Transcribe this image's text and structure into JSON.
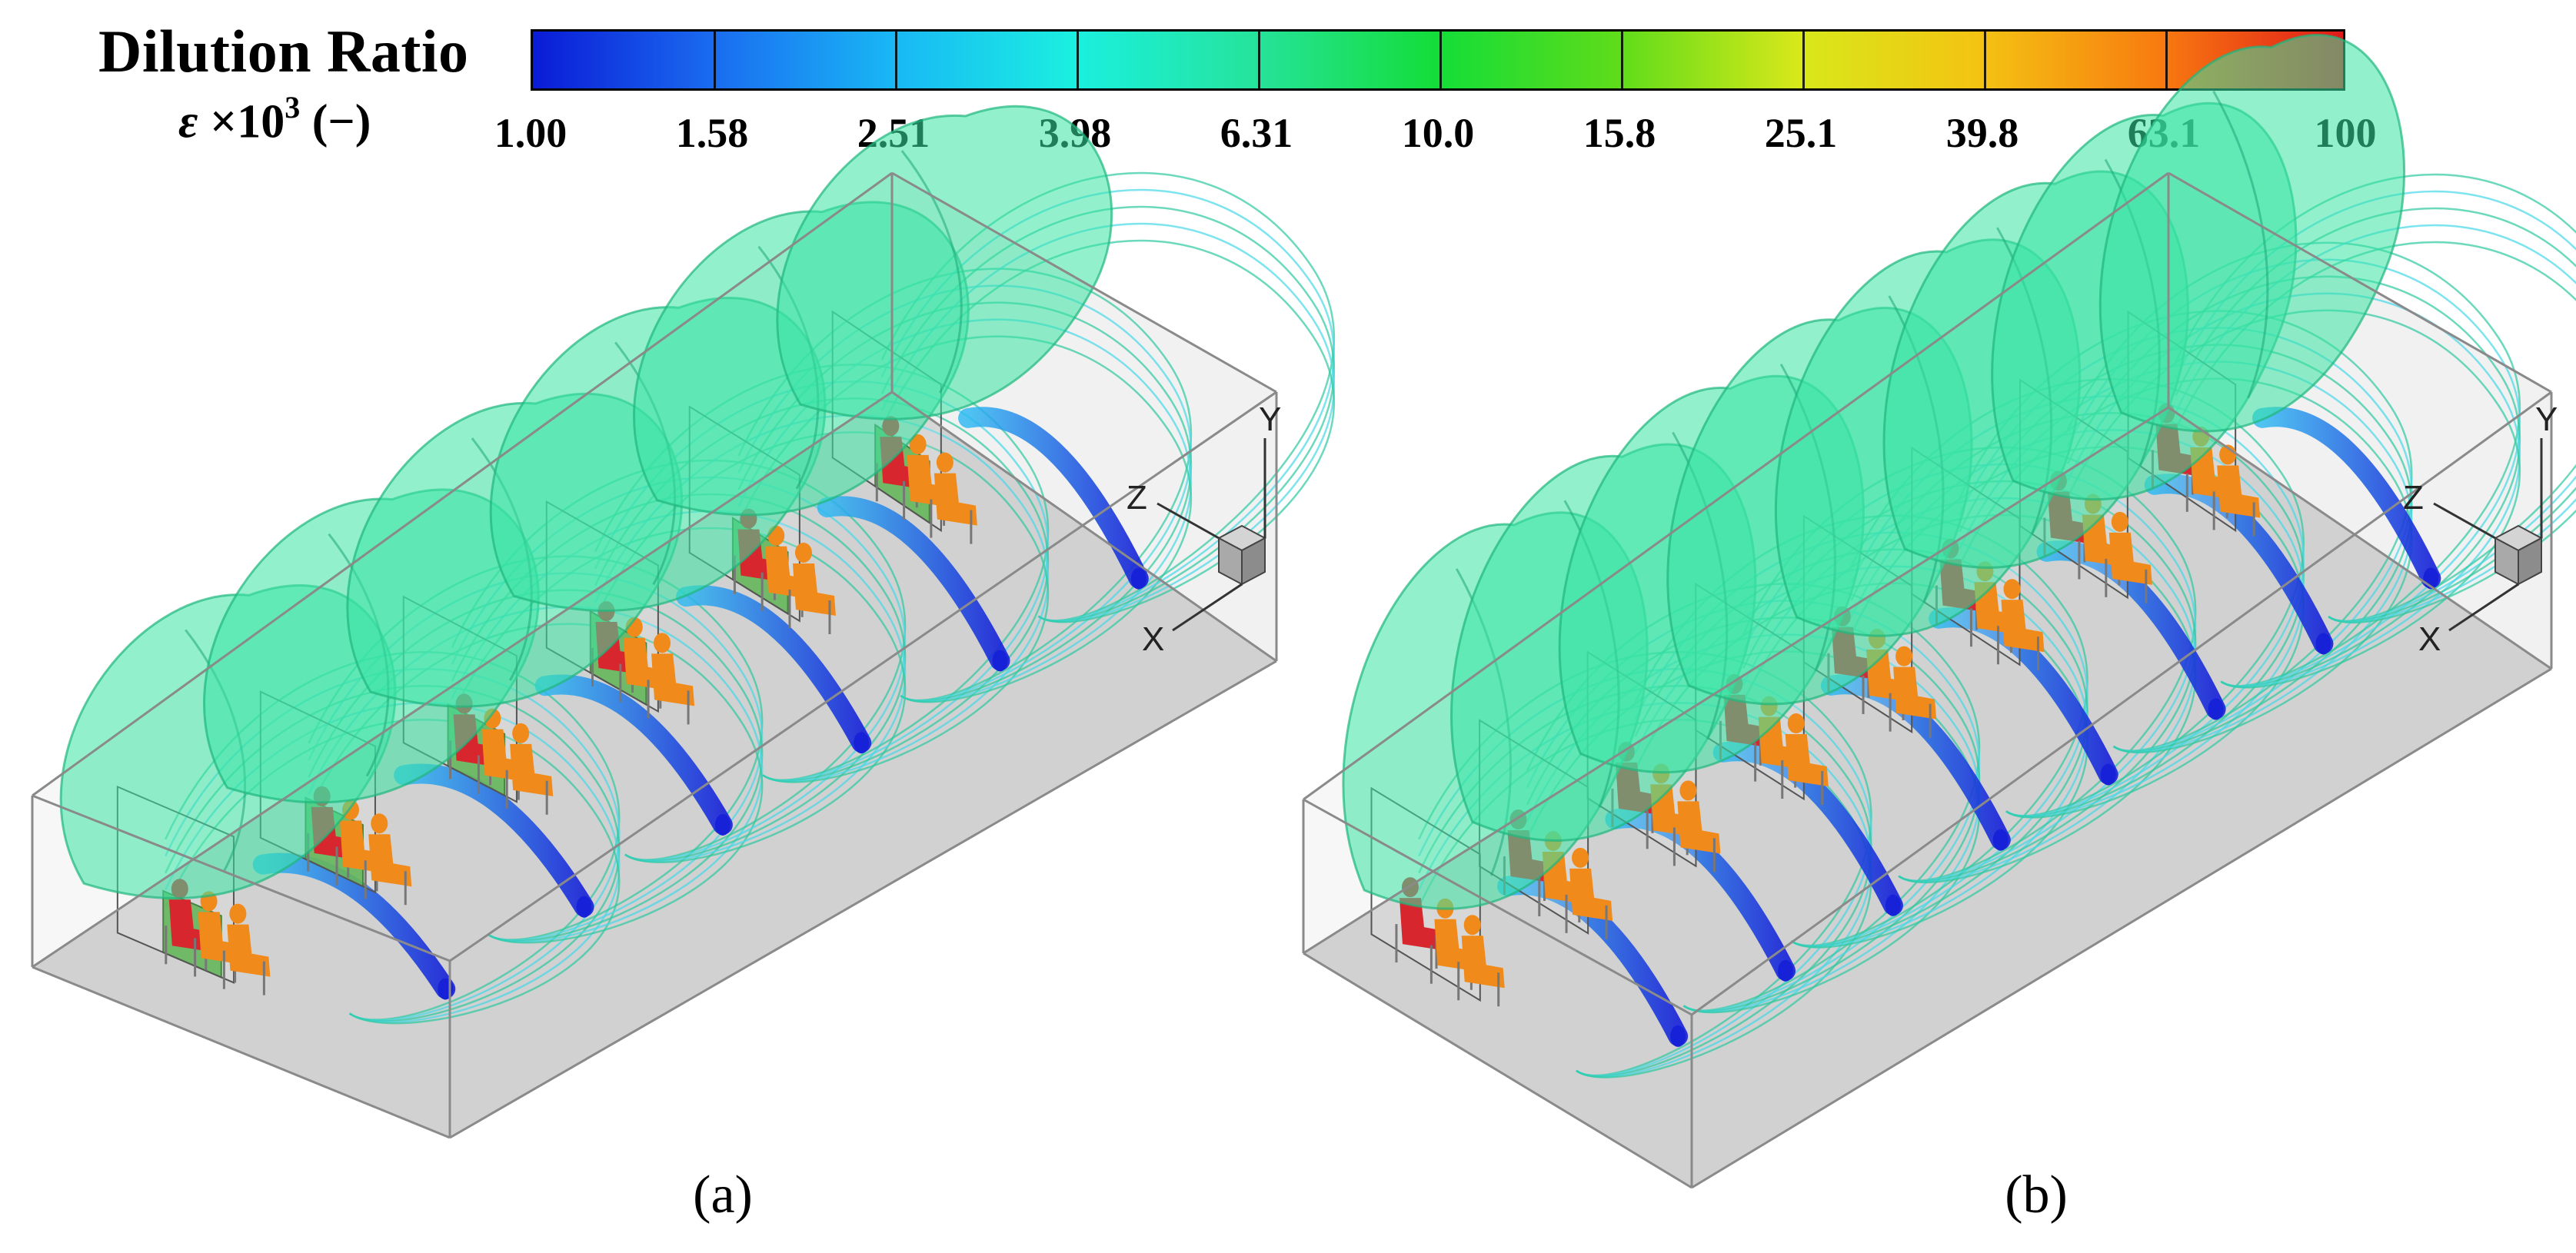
{
  "legend": {
    "title": "Dilution Ratio",
    "unit_symbol": "ε",
    "unit_mult": "×10",
    "unit_exp": "3",
    "unit_suffix": "(−)",
    "ticks": [
      "1.00",
      "1.58",
      "2.51",
      "3.98",
      "6.31",
      "10.0",
      "15.8",
      "25.1",
      "39.8",
      "63.1",
      "100"
    ],
    "colors": [
      "#0a1bd6",
      "#1a6cf0",
      "#19b8f5",
      "#1af0e0",
      "#25e39a",
      "#13dd38",
      "#5fdc1a",
      "#d8e81a",
      "#f4c312",
      "#f87a10",
      "#e01a1a"
    ]
  },
  "axes": {
    "x": "X",
    "y": "Y",
    "z": "Z"
  },
  "panels": [
    {
      "label": "(a)"
    },
    {
      "label": "(b)"
    }
  ],
  "scene_colors": {
    "plume": "#38e3a4",
    "plume_edge": "#1fb67e",
    "floor": "#c9c9c9",
    "divider": "#4aa83e",
    "occupant": "#f08a1a",
    "occupant_source": "#d8262e",
    "jet_start": "#2ab8f2",
    "jet_end": "#1722d8",
    "edge": "#8a8a8a"
  }
}
